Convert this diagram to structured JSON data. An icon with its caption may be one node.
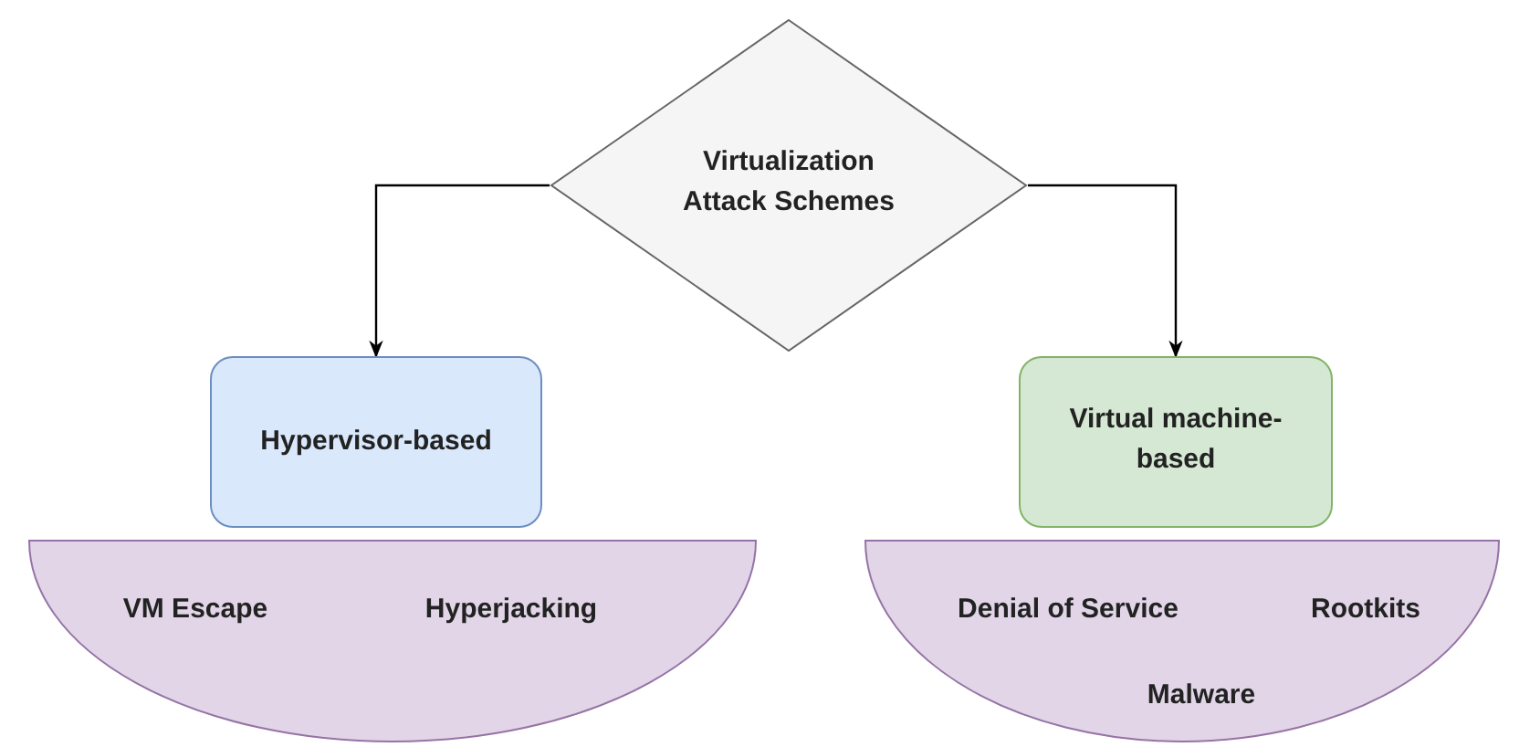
{
  "diagram": {
    "nodes": [
      {
        "text": [
          "Virtualization Attack Schemes"
        ]
      },
      {
        "text": [
          "Hypervisor-based"
        ]
      },
      {
        "text": [
          "Virtual machine-based"
        ]
      },
      {
        "text": [
          "VM Escape",
          "Hyperjacking"
        ]
      },
      {
        "text": [
          "Denial of Service",
          "Rootkits",
          "Malware"
        ]
      }
    ],
    "edges": [
      {
        "from": 0,
        "to": 1,
        "arrow": "to"
      },
      {
        "from": 0,
        "to": 2,
        "arrow": "to"
      }
    ]
  }
}
